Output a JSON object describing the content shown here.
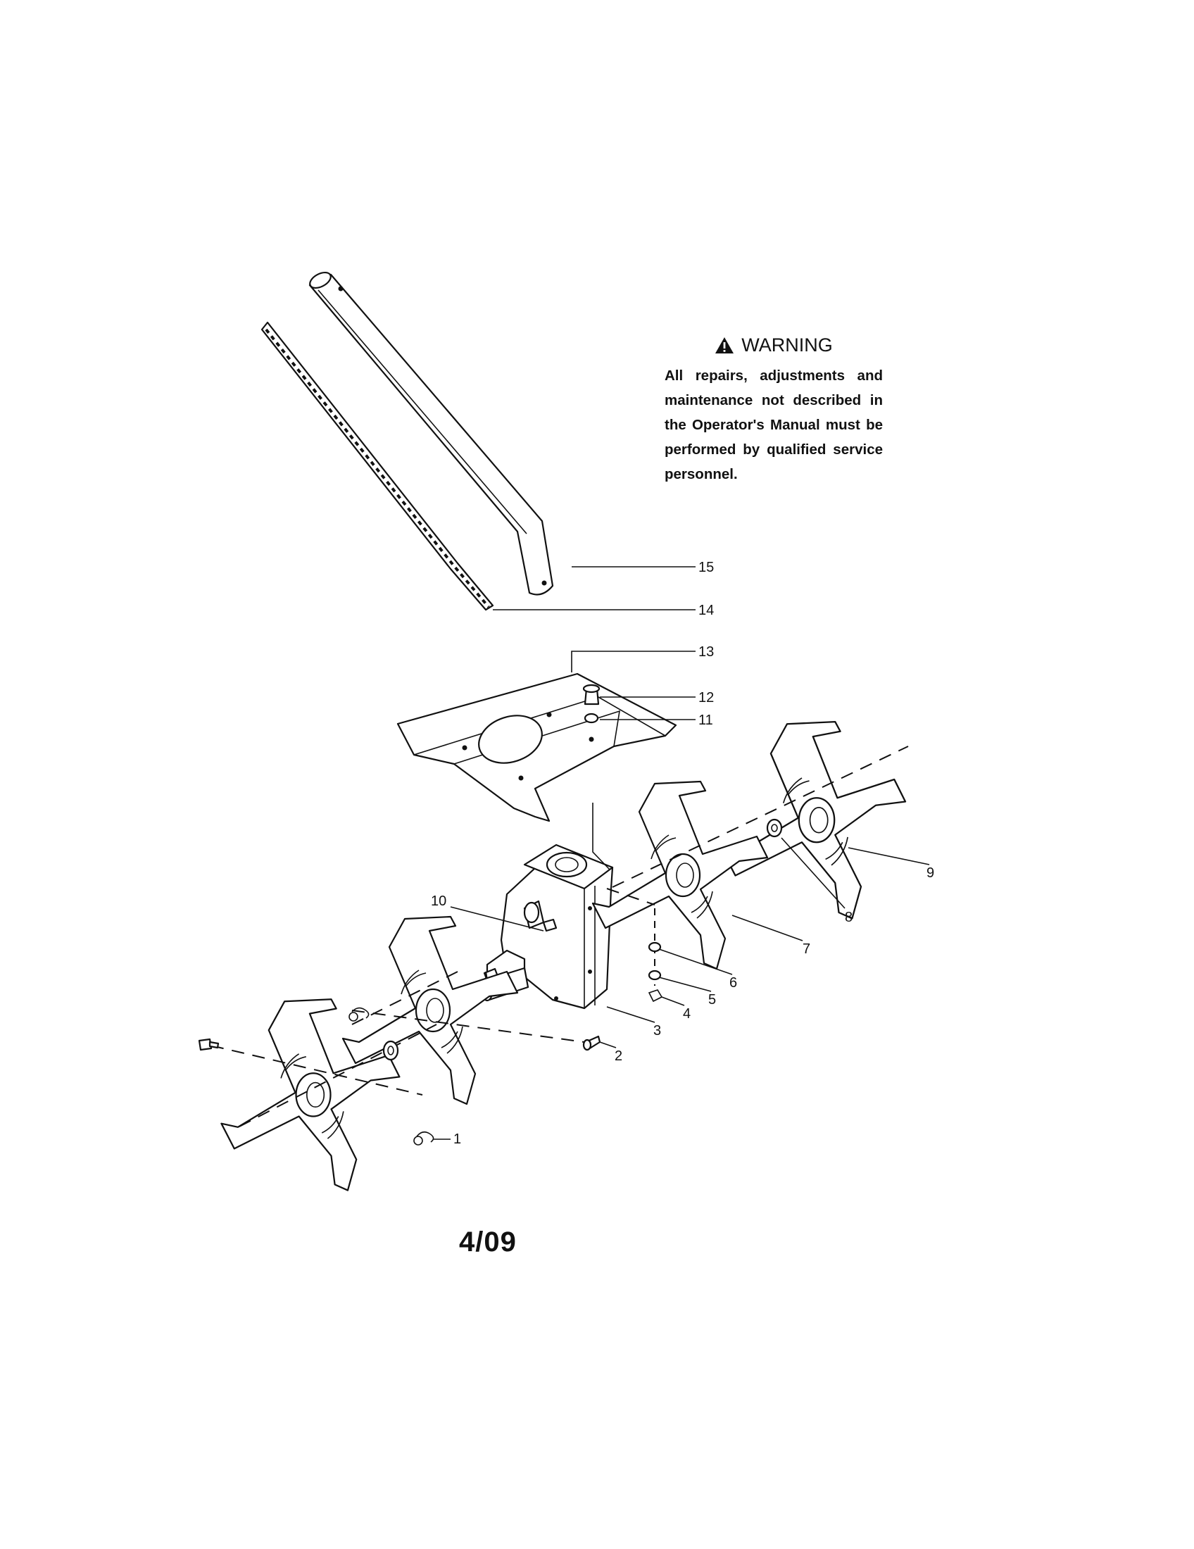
{
  "warning": {
    "title": "WARNING",
    "icon": "warning-triangle-icon",
    "body": "All repairs, adjustments and maintenance not described in the Operator's Manual must be performed by qualified service personnel."
  },
  "page_code": "4/09",
  "callouts": [
    {
      "id": "1",
      "label": "1"
    },
    {
      "id": "2",
      "label": "2"
    },
    {
      "id": "3",
      "label": "3"
    },
    {
      "id": "4",
      "label": "4"
    },
    {
      "id": "5",
      "label": "5"
    },
    {
      "id": "6",
      "label": "6"
    },
    {
      "id": "7",
      "label": "7"
    },
    {
      "id": "8",
      "label": "8"
    },
    {
      "id": "9",
      "label": "9"
    },
    {
      "id": "10",
      "label": "10"
    },
    {
      "id": "11",
      "label": "11"
    },
    {
      "id": "12",
      "label": "12"
    },
    {
      "id": "13",
      "label": "13"
    },
    {
      "id": "14",
      "label": "14"
    },
    {
      "id": "15",
      "label": "15"
    }
  ]
}
